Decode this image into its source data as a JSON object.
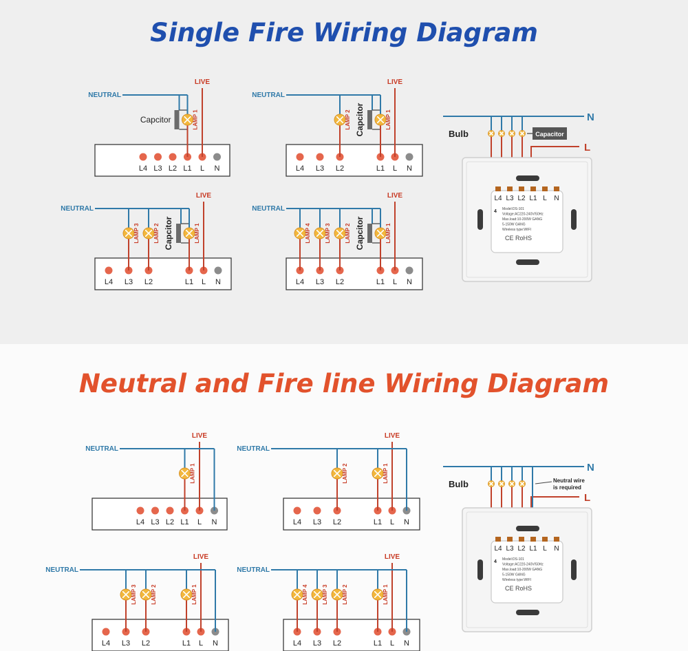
{
  "sections": [
    {
      "title": "Single Fire Wiring Diagram",
      "title_color": "#1f4fae",
      "mode": "single",
      "diagrams": [
        {
          "lamps": [
            "LAMP 1"
          ],
          "terminals": [
            "L4",
            "L3",
            "L2",
            "L1",
            "L",
            "N"
          ],
          "capacitor_label": "Capcitor"
        },
        {
          "lamps": [
            "LAMP 2",
            "LAMP 1"
          ],
          "terminals": [
            "L4",
            "L3",
            "L2",
            "L1",
            "L",
            "N"
          ],
          "capacitor_label": "Capcitor"
        },
        {
          "lamps": [
            "LAMP 3",
            "LAMP 2",
            "LAMP 1"
          ],
          "terminals": [
            "L4",
            "L3",
            "L2",
            "L1",
            "L",
            "N"
          ],
          "capacitor_label": "Capcitor"
        },
        {
          "lamps": [
            "LAMP 4",
            "LAMP 3",
            "LAMP 2",
            "LAMP 1"
          ],
          "terminals": [
            "L4",
            "L3",
            "L2",
            "L1",
            "L",
            "N"
          ],
          "capacitor_label": "Capcitor"
        }
      ],
      "device": {
        "bulb_label": "Bulb",
        "capacitor_label": "Capacitor"
      }
    },
    {
      "title": "Neutral and Fire line Wiring Diagram",
      "title_color": "#e2522c",
      "mode": "neutral",
      "diagrams": [
        {
          "lamps": [
            "LAMP 1"
          ],
          "terminals": [
            "L4",
            "L3",
            "L2",
            "L1",
            "L",
            "N"
          ]
        },
        {
          "lamps": [
            "LAMP 2",
            "LAMP 1"
          ],
          "terminals": [
            "L4",
            "L3",
            "L2",
            "L1",
            "L",
            "N"
          ]
        },
        {
          "lamps": [
            "LAMP 3",
            "LAMP 2",
            "LAMP 1"
          ],
          "terminals": [
            "L4",
            "L3",
            "L2",
            "L1",
            "L",
            "N"
          ]
        },
        {
          "lamps": [
            "LAMP 4",
            "LAMP 3",
            "LAMP 2",
            "LAMP 1"
          ],
          "terminals": [
            "L4",
            "L3",
            "L2",
            "L1",
            "L",
            "N"
          ]
        }
      ],
      "device": {
        "bulb_label": "Bulb",
        "note_line1": "Neutral wire",
        "note_line2": "is required"
      }
    }
  ],
  "labels": {
    "neutral": "NEUTRAL",
    "live": "LIVE",
    "n_line": "N",
    "l_line": "L"
  },
  "module": {
    "terminals": [
      "L4",
      "L3",
      "L2",
      "L1",
      "L",
      "N"
    ],
    "number": "4",
    "specs": [
      "Model:DS-101",
      "Voltage:AC220-240V/50Hz",
      "Max.load:10-200W GANG",
      "5-150W GANG",
      "Wireless type:WIFI"
    ],
    "marks": "CE RoHS"
  },
  "colors": {
    "neutral_wire": "#2f79a8",
    "live_wire": "#c0412b",
    "terminal": "#e5664c",
    "terminal_n": "#8c8c8c",
    "lamp": "#f2b73c",
    "neutral_label": "#2f79a8",
    "live_label": "#c83b25"
  }
}
